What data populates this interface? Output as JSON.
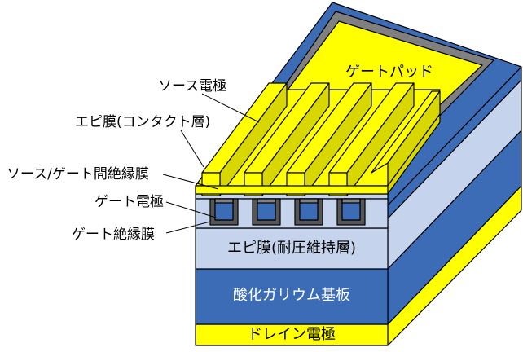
{
  "labels": {
    "source_electrode": "ソース電極",
    "epi_contact": "エピ膜(コンタクト層)",
    "src_gate_insulator": "ソース/ゲート間絶縁膜",
    "gate_electrode": "ゲート電極",
    "gate_insulator": "ゲート絶縁膜",
    "gate_pad": "ゲートパッド",
    "epi_breakdown": "エピ膜(耐圧維持層)",
    "substrate": "酸化ガリウム基板",
    "drain_electrode": "ドレイン電極"
  },
  "colors": {
    "yellow": "#ffff00",
    "blue": "#3d6cb7",
    "light_blue": "#c5d3ed",
    "gray": "#7f7f7f",
    "dark_gray": "#555555",
    "outline": "#000000"
  }
}
